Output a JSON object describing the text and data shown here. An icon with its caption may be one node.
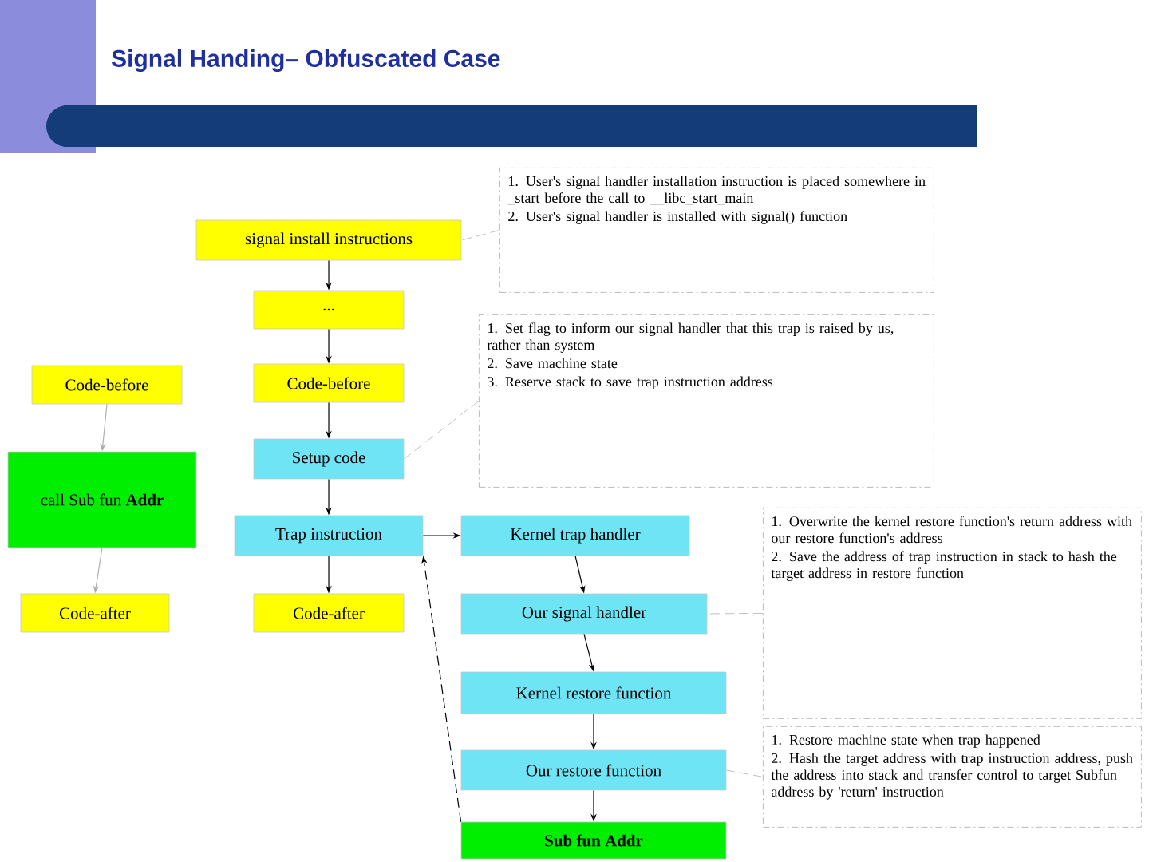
{
  "diagram": {
    "title": "Signal Handing– Obfuscated Case",
    "nodes": [
      {
        "text": [
          "signal install instructions"
        ]
      },
      {
        "text": [
          "..."
        ]
      },
      {
        "text": [
          "Code-before"
        ]
      },
      {
        "text": [
          "Setup code"
        ]
      },
      {
        "text": [
          "Trap instruction"
        ]
      },
      {
        "text": [
          "Code-after"
        ]
      },
      {
        "text": [
          "Code-before"
        ]
      },
      {
        "text": [
          "call Sub fun **Addr**"
        ]
      },
      {
        "text": [
          "Code-after"
        ]
      },
      {
        "text": [
          "Kernel trap handler"
        ]
      },
      {
        "text": [
          "Our signal handler"
        ]
      },
      {
        "text": [
          "Kernel restore function"
        ]
      },
      {
        "text": [
          "Our restore function"
        ]
      },
      {
        "text": [
          "Sub fun Addr"
        ]
      },
      {
        "text": [
          "1. User's signal handler installation instruction is placed somewhere in _start before the call to __libc_start_main",
          "2. User's signal handler is installed with signal() function"
        ]
      },
      {
        "text": [
          "1. Set flag to inform our signal handler that this trap is raised by us, rather than system",
          "2. Save machine state",
          "3. Reserve stack to save trap instruction address"
        ]
      },
      {
        "text": [
          "1. Overwrite the kernel restore function's return address with our restore function's address",
          "2. Save the address of trap instruction in stack to hash the target address in restore function"
        ]
      },
      {
        "text": [
          "1. Restore machine state when trap happened",
          "2. Hash the target address with trap instruction address, push the address into stack and transfer control to target Subfun address by 'return' instruction"
        ]
      }
    ],
    "edges": [
      {
        "from": 0,
        "to": 1,
        "arrow": "to"
      },
      {
        "from": 1,
        "to": 2,
        "arrow": "to"
      },
      {
        "from": 2,
        "to": 3,
        "arrow": "to"
      },
      {
        "from": 3,
        "to": 4,
        "arrow": "to"
      },
      {
        "from": 4,
        "to": 5,
        "arrow": "to"
      },
      {
        "from": 6,
        "to": 7,
        "arrow": "to",
        "color": "#b0b0b0"
      },
      {
        "from": 7,
        "to": 8,
        "arrow": "to",
        "color": "#b0b0b0"
      },
      {
        "from": 4,
        "to": 9,
        "arrow": "to"
      },
      {
        "from": 9,
        "to": 10,
        "arrow": "to"
      },
      {
        "from": 10,
        "to": 11,
        "arrow": "to"
      },
      {
        "from": 11,
        "to": 12,
        "arrow": "to"
      },
      {
        "from": 12,
        "to": 13,
        "arrow": "to"
      },
      {
        "from": 13,
        "to": 4,
        "arrow": "to",
        "style": "dashed"
      },
      {
        "from": 14,
        "to": 0,
        "arrow": "none",
        "style": "dashed",
        "color": "#b0b0b0"
      },
      {
        "from": 15,
        "to": 3,
        "arrow": "none",
        "style": "dashed",
        "color": "#b0b0b0"
      },
      {
        "from": 16,
        "to": 10,
        "arrow": "none",
        "style": "dashed",
        "color": "#b0b0b0"
      },
      {
        "from": 17,
        "to": 12,
        "arrow": "none",
        "style": "dashed",
        "color": "#b0b0b0"
      }
    ]
  }
}
